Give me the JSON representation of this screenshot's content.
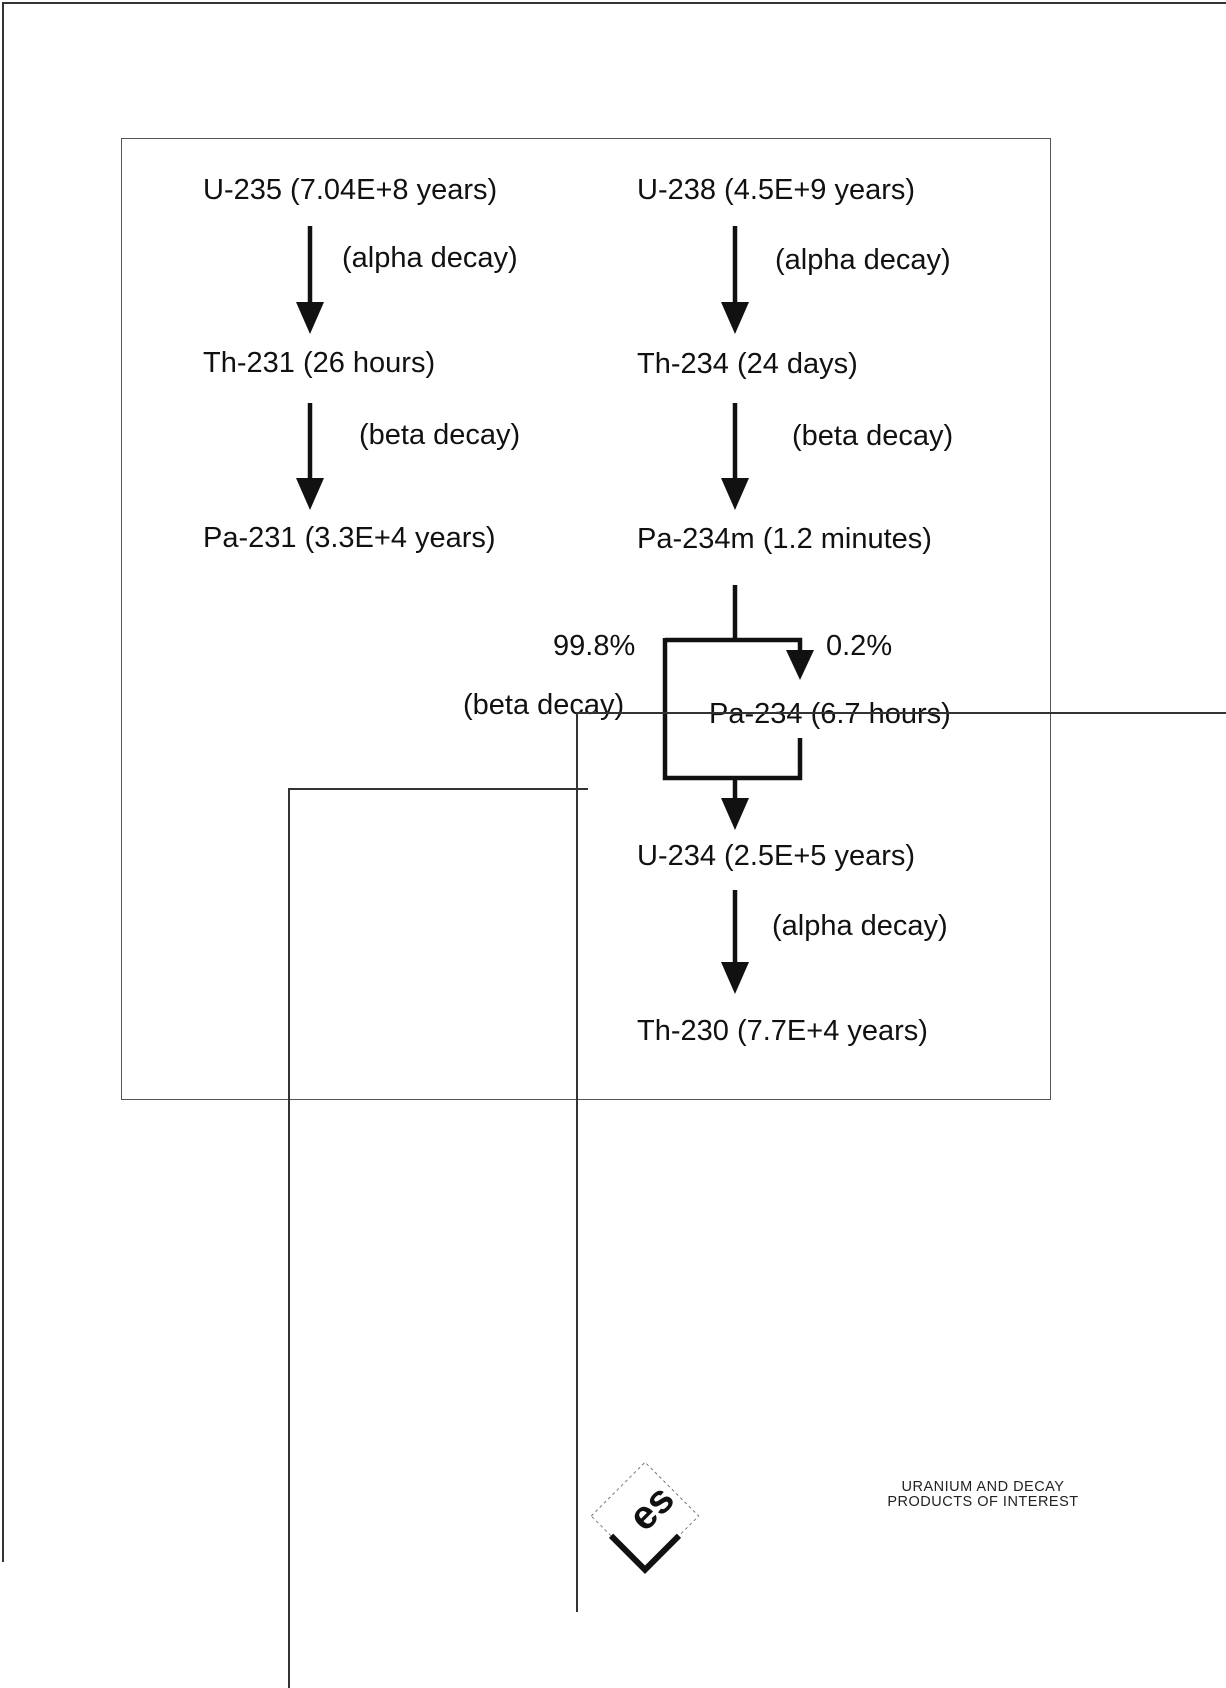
{
  "diagram": {
    "left_chain": {
      "nodes": [
        "U-235 (7.04E+8 years)",
        "Th-231 (26 hours)",
        "Pa-231 (3.3E+4 years)"
      ],
      "decays": [
        "(alpha decay)",
        "(beta decay)"
      ]
    },
    "right_chain": {
      "nodes": [
        "U-238 (4.5E+9 years)",
        "Th-234 (24 days)",
        "Pa-234m (1.2 minutes)",
        "U-234 (2.5E+5 years)",
        "Th-230 (7.7E+4 years)"
      ],
      "decays": [
        "(alpha decay)",
        "(beta decay)",
        "(alpha decay)"
      ]
    },
    "branch": {
      "major_percent": "99.8%",
      "minor_percent": "0.2%",
      "major_decay": "(beta decay)",
      "minor_node": "Pa-234 (6.7 hours)"
    }
  },
  "title_block": {
    "title_line1": "URANIUM  AND  DECAY",
    "title_line2": "PRODUCTS  OF  INTEREST",
    "logo_icon": "les-logo-icon"
  }
}
